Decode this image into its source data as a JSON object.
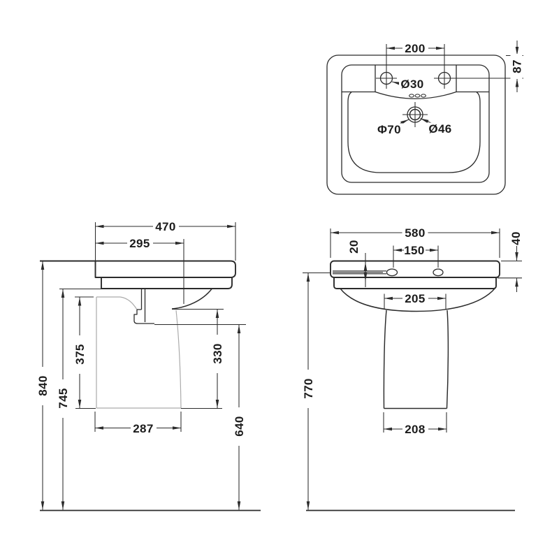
{
  "drawing": {
    "type": "sanitary-ware technical drawing, three orthographic views of a basin with semi-pedestal",
    "colors": {
      "line": "#2b2b2b",
      "hidden_line": "#ababab",
      "background": "#ffffff"
    },
    "dims": {
      "top_hole_spacing": "200",
      "top_deck_setback": "87",
      "tap_hole_diameter": "Ø30",
      "recess_diameter": "Φ70",
      "waste_diameter": "Ø46",
      "side_overall_depth": "470",
      "side_waste_centre": "295",
      "side_overall_height": "840",
      "side_underside_height": "745",
      "side_pedestal_height": "375",
      "side_pedestal_to_bowl": "330",
      "side_pedestal_depth": "287",
      "side_bowl_bottom_height": "640",
      "front_overall_width": "580",
      "front_rim_thickness": "40",
      "front_overflow_offset": "20",
      "front_hole_spacing": "150",
      "front_bowl_width": "205",
      "front_overall_height": "770",
      "front_pedestal_width": "208"
    }
  }
}
